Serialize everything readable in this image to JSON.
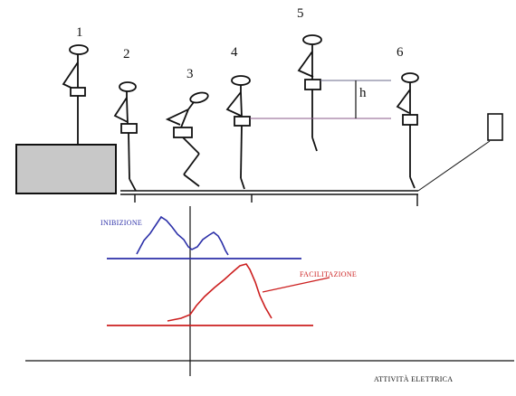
{
  "phases": [
    "1",
    "2",
    "3",
    "4",
    "5",
    "6"
  ],
  "height_label": "h",
  "traces": {
    "inhibition": {
      "label": "INIBIZIONE",
      "color": "#2b2fa8"
    },
    "facilitation": {
      "label": "FACILITAZIONE",
      "color": "#cc1f1f"
    }
  },
  "axis_caption": "ATTIVITÀ  ELETTRICA",
  "colors": {
    "ink": "#111111",
    "platform_fill": "#c8c8c8",
    "h_marker": "#6a6a8a"
  }
}
